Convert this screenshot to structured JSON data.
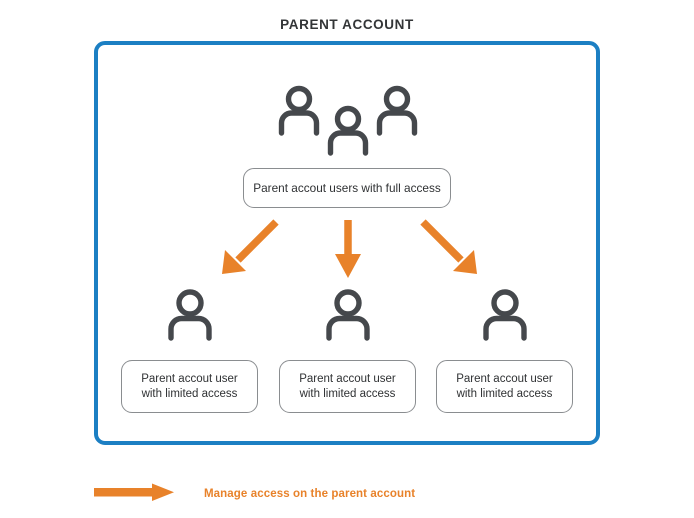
{
  "title": "PARENT ACCOUNT",
  "colors": {
    "frame_blue": "#1C7FC3",
    "arrow_orange": "#E8822A",
    "icon_gray": "#45484C",
    "box_border_gray": "#8a8d90",
    "text_dark": "#2f3133",
    "background": "#FFFFFF"
  },
  "frame": {
    "name": "parent-account-frame"
  },
  "top_group": {
    "icon_name": "users-group-icon",
    "people_count": 3,
    "label_box": {
      "text": "Parent accout users with full access"
    }
  },
  "arrows": [
    {
      "name": "arrow-down-left",
      "direction": "down-left"
    },
    {
      "name": "arrow-down",
      "direction": "down"
    },
    {
      "name": "arrow-down-right",
      "direction": "down-right"
    }
  ],
  "children": [
    {
      "icon_name": "person-icon",
      "line1": "Parent accout user",
      "line2": "with limited access"
    },
    {
      "icon_name": "person-icon",
      "line1": "Parent accout user",
      "line2": "with limited access"
    },
    {
      "icon_name": "person-icon",
      "line1": "Parent accout user",
      "line2": "with limited access"
    }
  ],
  "legend": {
    "arrow_name": "legend-arrow-icon",
    "label": "Manage access on the parent account"
  }
}
